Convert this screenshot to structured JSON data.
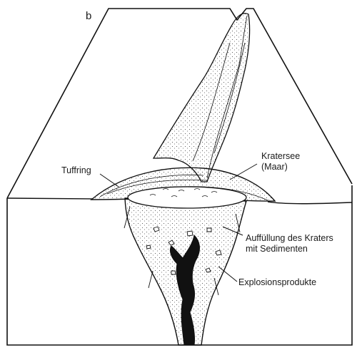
{
  "figure": {
    "panel_letter": "b"
  },
  "labels": {
    "tuffring": "Tuffring",
    "kratersee_line1": "Kratersee",
    "kratersee_line2": "(Maar)",
    "auffuellung_line1": "Auffüllung des Kraters",
    "auffuellung_line2": "mit Sedimenten",
    "explosionsprodukte": "Explosionsprodukte"
  }
}
